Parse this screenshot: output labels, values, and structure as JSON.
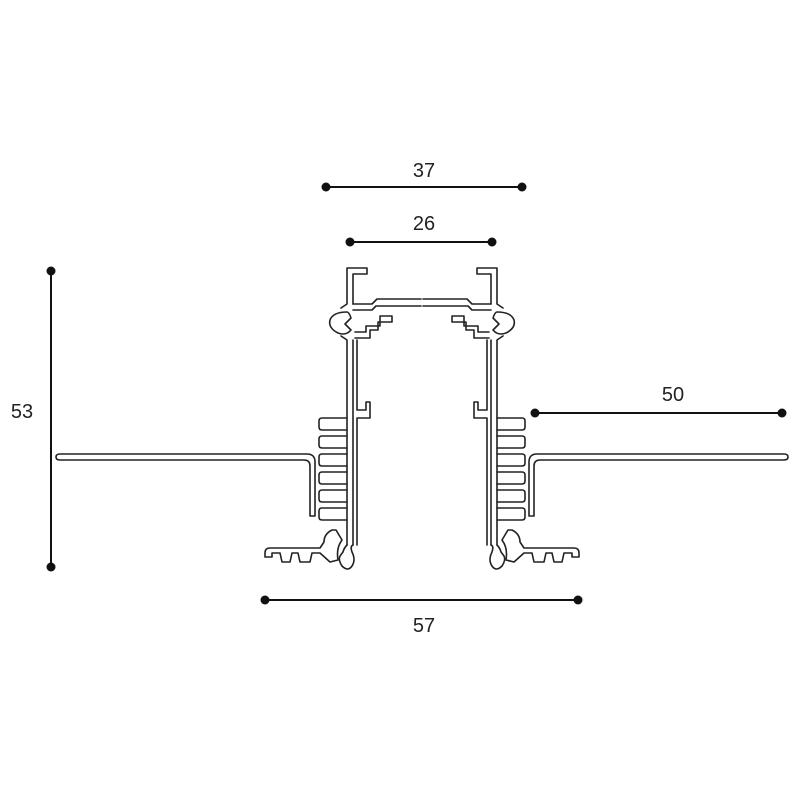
{
  "dimensions": {
    "top_outer_width": "37",
    "top_inner_width": "26",
    "flange_width": "50",
    "base_width": "57",
    "height": "53"
  },
  "colors": {
    "line": "#222222",
    "background": "#ffffff"
  }
}
